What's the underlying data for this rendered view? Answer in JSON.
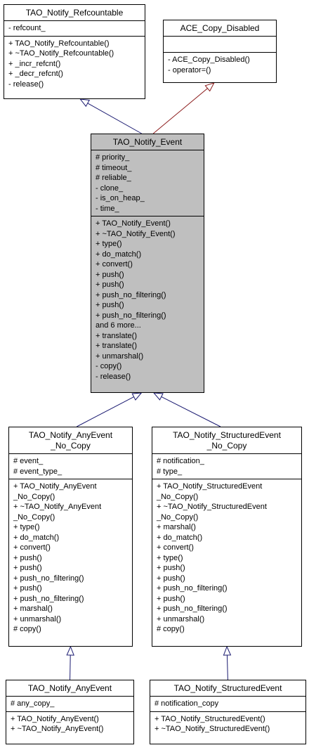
{
  "classes": {
    "refcountable": {
      "title": [
        "TAO_Notify_Refcountable"
      ],
      "attributes": [
        "- refcount_"
      ],
      "operations": [
        "+ TAO_Notify_Refcountable()",
        "+ ~TAO_Notify_Refcountable()",
        "+ _incr_refcnt()",
        "+ _decr_refcnt()",
        "- release()"
      ]
    },
    "ace_copy_disabled": {
      "title": [
        "ACE_Copy_Disabled"
      ],
      "attributes": [],
      "operations": [
        "- ACE_Copy_Disabled()",
        "- operator=()"
      ]
    },
    "notify_event": {
      "title": [
        "TAO_Notify_Event"
      ],
      "attributes": [
        "# priority_",
        "# timeout_",
        "# reliable_",
        "- clone_",
        "- is_on_heap_",
        "- time_"
      ],
      "operations": [
        "+ TAO_Notify_Event()",
        "+ ~TAO_Notify_Event()",
        "+ type()",
        "+ do_match()",
        "+ convert()",
        "+ push()",
        "+ push()",
        "+ push_no_filtering()",
        "+ push()",
        "+ push_no_filtering()",
        "and 6 more...",
        "+ translate()",
        "+ translate()",
        "+ unmarshal()",
        "- copy()",
        "- release()"
      ]
    },
    "any_event_no_copy": {
      "title": [
        "TAO_Notify_AnyEvent",
        "_No_Copy"
      ],
      "attributes": [
        "# event_",
        "# event_type_"
      ],
      "operations": [
        "+ TAO_Notify_AnyEvent",
        "_No_Copy()",
        "+ ~TAO_Notify_AnyEvent",
        "_No_Copy()",
        "+ type()",
        "+ do_match()",
        "+ convert()",
        "+ push()",
        "+ push()",
        "+ push_no_filtering()",
        "+ push()",
        "+ push_no_filtering()",
        "+ marshal()",
        "+ unmarshal()",
        "# copy()"
      ]
    },
    "structured_event_no_copy": {
      "title": [
        "TAO_Notify_StructuredEvent",
        "_No_Copy"
      ],
      "attributes": [
        "# notification_",
        "# type_"
      ],
      "operations": [
        "+ TAO_Notify_StructuredEvent",
        "_No_Copy()",
        "+ ~TAO_Notify_StructuredEvent",
        "_No_Copy()",
        "+ marshal()",
        "+ do_match()",
        "+ convert()",
        "+ type()",
        "+ push()",
        "+ push()",
        "+ push_no_filtering()",
        "+ push()",
        "+ push_no_filtering()",
        "+ unmarshal()",
        "# copy()"
      ]
    },
    "any_event": {
      "title": [
        "TAO_Notify_AnyEvent"
      ],
      "attributes": [
        "# any_copy_"
      ],
      "operations": [
        "+ TAO_Notify_AnyEvent()",
        "+ ~TAO_Notify_AnyEvent()"
      ]
    },
    "structured_event": {
      "title": [
        "TAO_Notify_StructuredEvent"
      ],
      "attributes": [
        "# notification_copy"
      ],
      "operations": [
        "+ TAO_Notify_StructuredEvent()",
        "+ ~TAO_Notify_StructuredEvent()"
      ]
    }
  },
  "edges": [
    {
      "from": "notify_event",
      "to": "refcountable",
      "color": "#191970"
    },
    {
      "from": "notify_event",
      "to": "ace_copy_disabled",
      "color": "#8b1a1a"
    },
    {
      "from": "any_event_no_copy",
      "to": "notify_event",
      "color": "#191970"
    },
    {
      "from": "structured_event_no_copy",
      "to": "notify_event",
      "color": "#191970"
    },
    {
      "from": "any_event",
      "to": "any_event_no_copy",
      "color": "#191970"
    },
    {
      "from": "structured_event",
      "to": "structured_event_no_copy",
      "color": "#191970"
    }
  ],
  "colors": {
    "focus_fill": "#bfbfbf",
    "box_border": "#000000",
    "inheritance_arrow": "#191970",
    "private_inheritance_arrow": "#8b1a1a"
  }
}
